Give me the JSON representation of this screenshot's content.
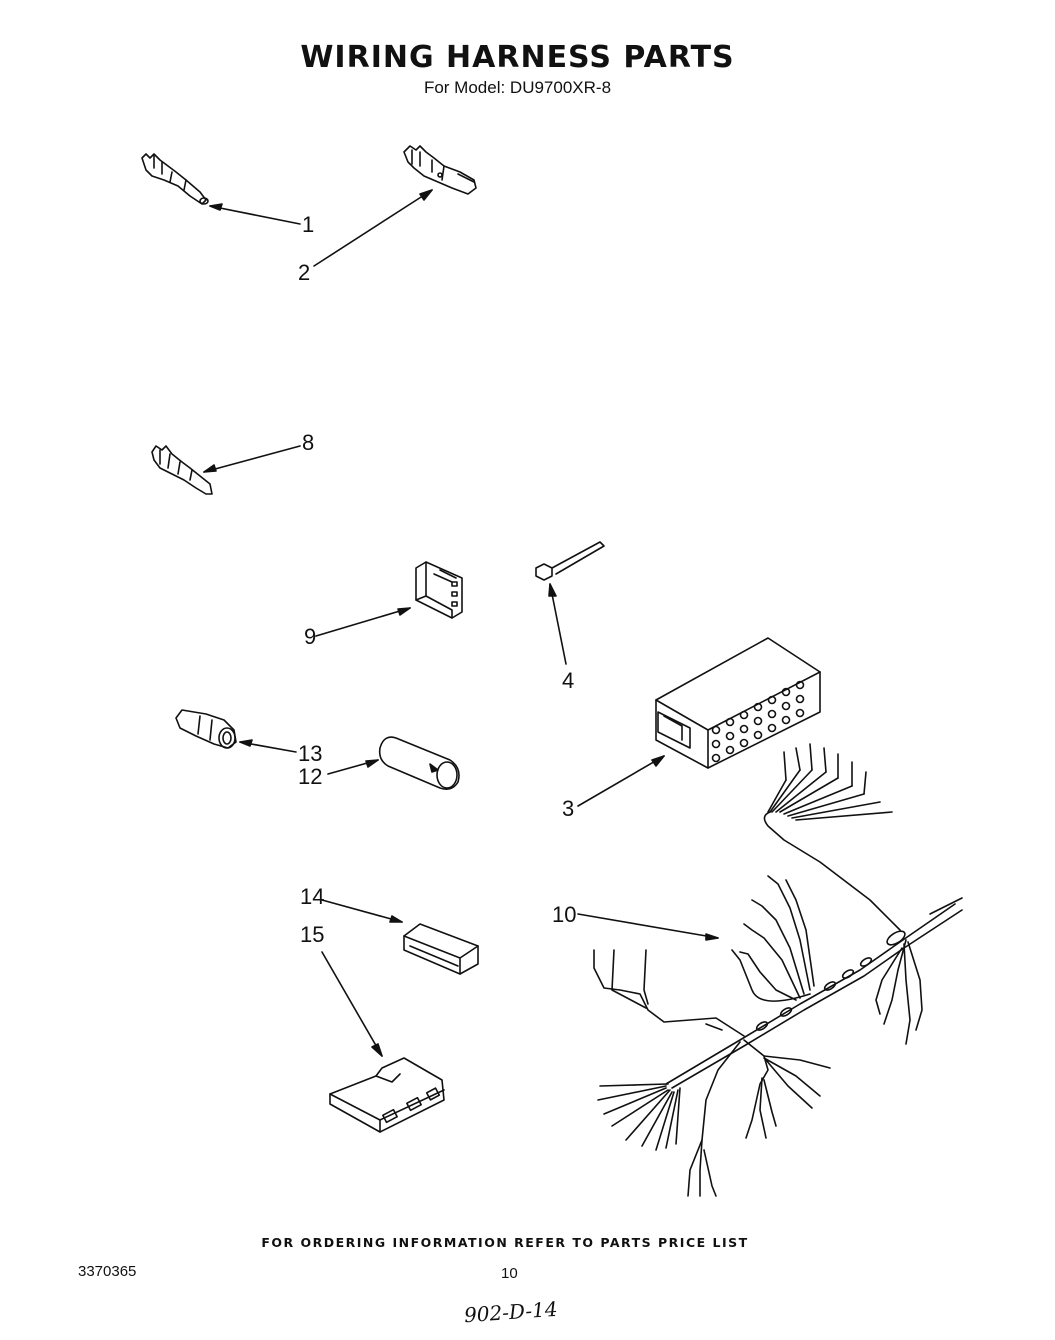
{
  "page": {
    "title": "WIRING HARNESS PARTS",
    "subtitle": "For Model: DU9700XR-8",
    "footer_note": "FOR ORDERING INFORMATION REFER TO PARTS PRICE LIST",
    "document_number": "3370365",
    "page_number": "10",
    "handwritten_note": "902-D-14"
  },
  "callouts": [
    {
      "id": "1",
      "label": "1"
    },
    {
      "id": "2",
      "label": "2"
    },
    {
      "id": "3",
      "label": "3"
    },
    {
      "id": "4",
      "label": "4"
    },
    {
      "id": "8",
      "label": "8"
    },
    {
      "id": "9",
      "label": "9"
    },
    {
      "id": "10",
      "label": "10"
    },
    {
      "id": "12",
      "label": "12"
    },
    {
      "id": "13",
      "label": "13"
    },
    {
      "id": "14",
      "label": "14"
    },
    {
      "id": "15",
      "label": "15"
    }
  ],
  "parts": [
    {
      "callout": "1",
      "icon": "terminal-pin-icon"
    },
    {
      "callout": "2",
      "icon": "terminal-receptacle-icon"
    },
    {
      "callout": "3",
      "icon": "connector-block-icon"
    },
    {
      "callout": "4",
      "icon": "cable-tie-icon"
    },
    {
      "callout": "8",
      "icon": "terminal-pin-icon"
    },
    {
      "callout": "9",
      "icon": "connector-housing-icon"
    },
    {
      "callout": "10",
      "icon": "wiring-harness-icon"
    },
    {
      "callout": "12",
      "icon": "insulator-sleeve-icon"
    },
    {
      "callout": "13",
      "icon": "insulator-bushing-icon"
    },
    {
      "callout": "14",
      "icon": "connector-clip-icon"
    },
    {
      "callout": "15",
      "icon": "connector-bracket-icon"
    }
  ]
}
